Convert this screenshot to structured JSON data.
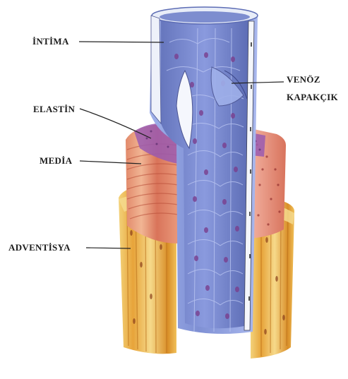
{
  "labels": {
    "intima": "İNTİMA",
    "elastin": "ELASTİN",
    "media": "MEDİA",
    "adventisya": "ADVENTİSYA",
    "venoz_line1": "VENÖZ",
    "venoz_line2": "KAPAKÇIK"
  },
  "colors": {
    "intima": "#8f9fdc",
    "intima_dark": "#5f6fb8",
    "nucleus": "#7a3f8e",
    "elastin": "#8b4a9e",
    "media": "#d9755e",
    "media_light": "#eeb08f",
    "adventitia": "#e8b23f",
    "adventitia_dark": "#c47a1f",
    "line": "#222222"
  }
}
